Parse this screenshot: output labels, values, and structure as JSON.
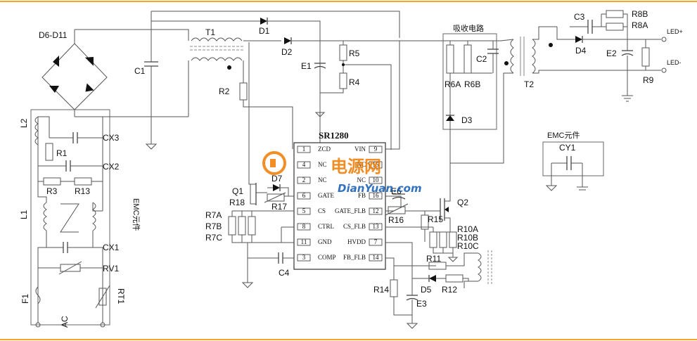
{
  "labels": {
    "D6_D11": "D6-D11",
    "T1": "T1",
    "D1": "D1",
    "D2": "D2",
    "C1": "C1",
    "R2": "R2",
    "E1": "E1",
    "R5": "R5",
    "R4": "R4",
    "absorb": "吸收电路",
    "R6A": "R6A",
    "R6B": "R6B",
    "C2": "C2",
    "D3": "D3",
    "T2": "T2",
    "C3": "C3",
    "R8B": "R8B",
    "R8A": "R8A",
    "D4": "D4",
    "E2": "E2",
    "R9": "R9",
    "LEDp": "LED+",
    "LEDm": "LED-",
    "L2": "L2",
    "CX3": "CX3",
    "R1": "R1",
    "CX2": "CX2",
    "R3": "R3",
    "R13": "R13",
    "L1": "L1",
    "CX1": "CX1",
    "RV1": "RV1",
    "F1": "F1",
    "RT1": "RT1",
    "AC": "AC",
    "EMCa": "EMC元件",
    "EMCb": "EMC元件",
    "CY1": "CY1",
    "Q1": "Q1",
    "D7": "D7",
    "R18": "R18",
    "R17": "R17",
    "R7A": "R7A",
    "R7B": "R7B",
    "R7C": "R7C",
    "C4": "C4",
    "E6": "E6",
    "R16": "R16",
    "Q2": "Q2",
    "R15": "R15",
    "R10A": "R10A",
    "R10B": "R10B",
    "R10C": "R10C",
    "R11": "R11",
    "R12": "R12",
    "R14": "R14",
    "D5": "D5",
    "E3": "E3"
  },
  "ic": {
    "name": "SR1280",
    "left_pins": [
      {
        "num": "1",
        "name": "ZCD"
      },
      {
        "num": "4",
        "name": "NC"
      },
      {
        "num": "2",
        "name": "NC"
      },
      {
        "num": "6",
        "name": "GATE"
      },
      {
        "num": "5",
        "name": "CS"
      },
      {
        "num": "8",
        "name": "CTRL"
      },
      {
        "num": "11",
        "name": "GND"
      },
      {
        "num": "3",
        "name": "COMP"
      }
    ],
    "right_pins": [
      {
        "num": "9",
        "name": "VIN"
      },
      {
        "num": "15",
        "name": "NC"
      },
      {
        "num": "10",
        "name": "NC"
      },
      {
        "num": "16",
        "name": "FB"
      },
      {
        "num": "12",
        "name": "GATE_FLB"
      },
      {
        "num": "13",
        "name": "CS_FLB"
      },
      {
        "num": "7",
        "name": "HVDD"
      },
      {
        "num": "14",
        "name": "FB_FLB"
      }
    ]
  },
  "watermark": {
    "cn": "电源网",
    "en": "DianYuan.com"
  },
  "colors": {
    "wire": "#555555",
    "accent": "#ee7a00",
    "frame": "#f5a623",
    "brand_blue": "#1b62b8"
  }
}
